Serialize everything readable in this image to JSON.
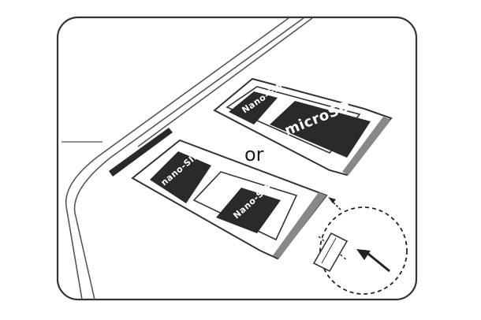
{
  "diagram": {
    "connector_word": "or",
    "tray_top": {
      "slot_1_label": "Nano-SIM",
      "slot_2_label": "microSD"
    },
    "tray_bottom": {
      "slot_1_label": "nano-SIM",
      "slot_2_label": "Nano-SIM"
    }
  },
  "colors": {
    "outline": "#333333",
    "card_fill": "#2a2a2a",
    "tray_fill": "#ffffff",
    "background": "#ffffff"
  },
  "icons": [
    "sim-eject-pin",
    "insert-arrow",
    "dashed-magnifier-circle"
  ]
}
